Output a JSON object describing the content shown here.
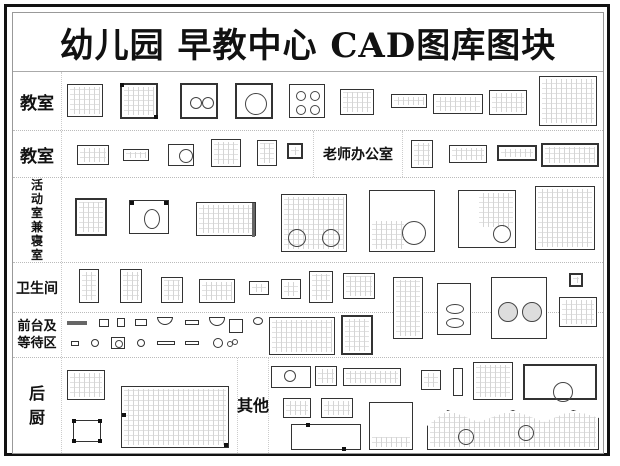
{
  "title": "幼儿园  早教中心  CAD图库图块",
  "rows": [
    {
      "id": "classroom-1",
      "label": "教室",
      "block_count": 9
    },
    {
      "id": "classroom-2",
      "label": "教室",
      "block_count": 6,
      "sub_section": {
        "label": "老师办公室",
        "block_count": 4
      }
    },
    {
      "id": "activity-bedroom",
      "label": "活\n动\n室\n兼\n寝\n室",
      "label_chars": [
        "活",
        "动",
        "室",
        "兼",
        "寝",
        "室"
      ],
      "block_count": 8
    },
    {
      "id": "restroom",
      "label": "卫生间",
      "block_count": 8
    },
    {
      "id": "reception-waiting",
      "label": "前台及\n等待区",
      "label_lines": [
        "前台及",
        "等待区"
      ],
      "block_count": 20
    },
    {
      "id": "kitchen",
      "label": "后\n厨",
      "label_chars": [
        "后",
        "厨"
      ],
      "block_count": 3,
      "sub_section": {
        "label": "其他",
        "label_chars": [
          "其",
          "他"
        ],
        "block_count": 11
      }
    }
  ],
  "right_column": {
    "description": "large floor plans spanning activity/restroom/reception rows",
    "block_count": 6
  },
  "colors": {
    "border": "#111111",
    "line": "#333333",
    "divider": "#bbbbbb",
    "background": "#ffffff"
  }
}
